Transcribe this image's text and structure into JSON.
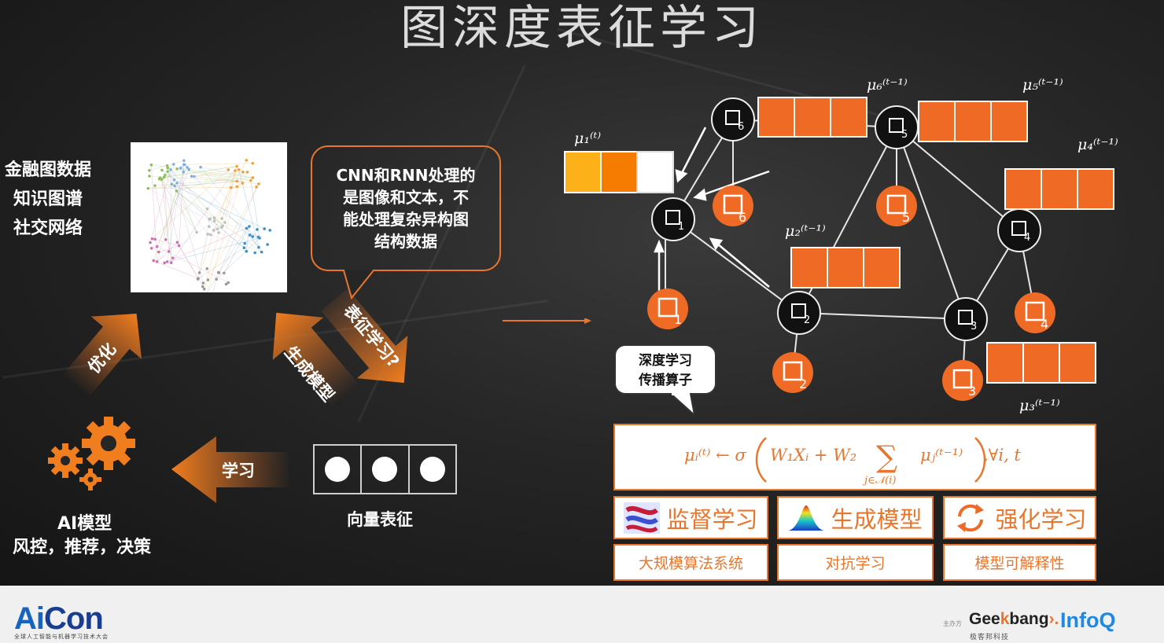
{
  "title": "图深度表征学习",
  "left": {
    "data_types": [
      "金融图数据",
      "知识图谱",
      "社交网络"
    ],
    "bubble_lines": [
      "CNN和RNN处理的",
      "是图像和文本，不",
      "能处理复杂异构图",
      "结构数据"
    ],
    "arrows": {
      "optimize": "优化",
      "generative": "生成模型",
      "representation": "表征学习?",
      "learn": "学习"
    },
    "ai_model_title": "AI模型",
    "ai_model_apps": "风控，推荐，决策",
    "vector_label": "向量表征"
  },
  "graph": {
    "mu1_label": "μ₁⁽ᵗ⁾",
    "mu2_label": "μ₂⁽ᵗ⁻¹⁾",
    "mu3_label": "μ₃⁽ᵗ⁻¹⁾",
    "mu4_label": "μ₄⁽ᵗ⁻¹⁾",
    "mu5_label": "μ₅⁽ᵗ⁻¹⁾",
    "mu6_label": "μ₆⁽ᵗ⁻¹⁾",
    "node_numbers": [
      "1",
      "2",
      "3",
      "4",
      "5",
      "6"
    ],
    "callout_lines": [
      "深度学习",
      "传播算子"
    ]
  },
  "formula": {
    "lhs": "μᵢ⁽ᵗ⁾ ← σ",
    "term1": "W₁Xᵢ + W₂",
    "sum_sub": "j∈𝒩(i)",
    "sum_term": "μⱼ⁽ᵗ⁻¹⁾",
    "tail": ",∀i, t"
  },
  "tiles": {
    "supervised": "监督学习",
    "generative": "生成模型",
    "reinforcement": "强化学习",
    "large_scale": "大规模算法系统",
    "adversarial": "对抗学习",
    "interpretability": "模型可解释性"
  },
  "footer": {
    "logo_ai": "Ai",
    "logo_con": "Con",
    "logo_sub": "全球人工智能与机器学习技术大会",
    "host_label": "主办方",
    "geek_a": "Gee",
    "geek_k": "k",
    "geek_b": "bang",
    "geek_mark": "›.",
    "geek_sub": "极客邦科技",
    "infoq": "InfoQ"
  },
  "colors": {
    "accent": "#e8762c",
    "node_orange": "#ef6b25",
    "mu1_yellow": "#fbb117",
    "mu1_orange": "#f57c00"
  }
}
